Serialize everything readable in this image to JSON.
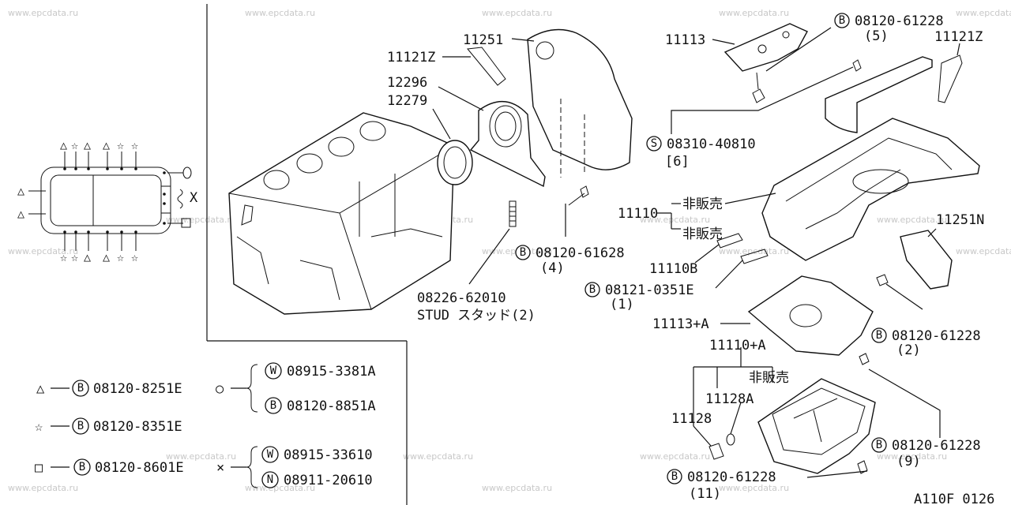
{
  "watermark": "www.epcdata.ru",
  "diagram_code": "A110F 0126",
  "not_for_sale": "非販売",
  "parts": {
    "p11251": "11251",
    "p11121z_top": "11121Z",
    "p12296": "12296",
    "p12279": "12279",
    "p11113": "11113",
    "p11121z_right": "11121Z",
    "p11110": "11110",
    "p11110b": "11110B",
    "p11251n": "11251N",
    "p11113a": "11113+A",
    "p11110a": "11110+A",
    "p11128a": "11128A",
    "p11128": "11128",
    "stud_num": "08226-62010",
    "stud_text": "STUD スタッド(2)"
  },
  "callouts": {
    "c1": {
      "mark": "B",
      "num": "08120-61228",
      "qty": "(5)"
    },
    "c2": {
      "mark": "S",
      "num": "08310-40810",
      "qty": "[6]"
    },
    "c3": {
      "mark": "B",
      "num": "08120-61628",
      "qty": "(4)"
    },
    "c4": {
      "mark": "B",
      "num": "08121-0351E",
      "qty": "(1)"
    },
    "c5": {
      "mark": "B",
      "num": "08120-61228",
      "qty": "(2)"
    },
    "c6": {
      "mark": "B",
      "num": "08120-61228",
      "qty": "(9)"
    },
    "c7": {
      "mark": "B",
      "num": "08120-61228",
      "qty": "(11)"
    }
  },
  "legend": {
    "tri": {
      "symbol": "△",
      "mark": "B",
      "num": "08120-8251E"
    },
    "circ_sym": "○",
    "w1": {
      "mark": "W",
      "num": "08915-3381A"
    },
    "b1": {
      "mark": "B",
      "num": "08120-8851A"
    },
    "star": {
      "symbol": "☆",
      "mark": "B",
      "num": "08120-8351E"
    },
    "sq": {
      "symbol": "□",
      "mark": "B",
      "num": "08120-8601E"
    },
    "x_sym": "×",
    "w2": {
      "mark": "W",
      "num": "08915-33610"
    },
    "n1": {
      "mark": "N",
      "num": "08911-20610"
    }
  },
  "inset": {
    "top_marks": [
      "△",
      "☆",
      "△",
      "△",
      "☆",
      "☆"
    ],
    "bottom_marks": [
      "☆",
      "☆",
      "△",
      "△",
      "☆",
      "☆"
    ],
    "left_marks": [
      "△",
      "△"
    ],
    "right_mark": "X"
  }
}
